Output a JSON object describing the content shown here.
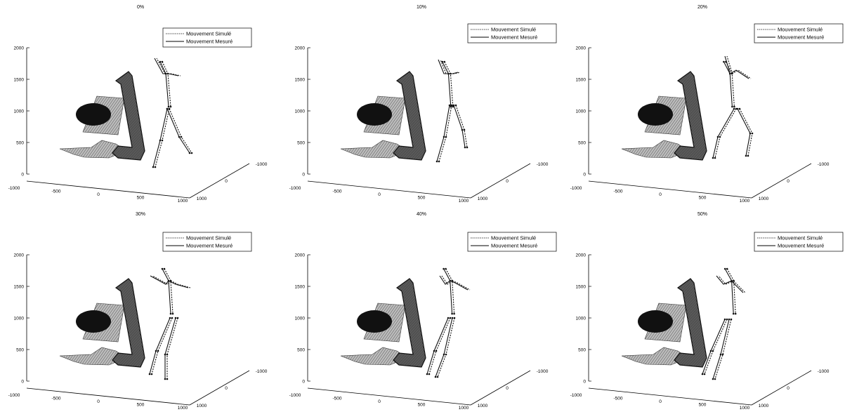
{
  "figure": {
    "type": "3d-line-panels",
    "colors": {
      "ink": "#111111",
      "hatch": "#777777",
      "axis": "#000000",
      "background": "#ffffff"
    }
  },
  "legend": {
    "simulated": "Mouvement Simulé",
    "measured": "Mouvement Mesuré",
    "simulated_style": "dotted",
    "measured_style": "solid",
    "placement": "top-right"
  },
  "axes": {
    "z_ticks": [
      "0",
      "500",
      "1000",
      "1500",
      "2000"
    ],
    "x_ticks": [
      "-1000",
      "-500",
      "0",
      "500",
      "1000"
    ],
    "y_ticks": [
      "-1000",
      "0",
      "1000"
    ],
    "zlim": [
      0,
      2000
    ],
    "xlim": [
      -1000,
      1000
    ],
    "ylim": [
      -1000,
      1000
    ]
  },
  "chart_data": [
    {
      "type": "line",
      "title": "0%",
      "phase_percent": 0,
      "series": [
        {
          "name": "Mouvement Simulé"
        },
        {
          "name": "Mouvement Mesuré"
        }
      ]
    },
    {
      "type": "line",
      "title": "10%",
      "phase_percent": 10,
      "series": [
        {
          "name": "Mouvement Simulé"
        },
        {
          "name": "Mouvement Mesuré"
        }
      ]
    },
    {
      "type": "line",
      "title": "20%",
      "phase_percent": 20,
      "series": [
        {
          "name": "Mouvement Simulé"
        },
        {
          "name": "Mouvement Mesuré"
        }
      ]
    },
    {
      "type": "line",
      "title": "30%",
      "phase_percent": 30,
      "series": [
        {
          "name": "Mouvement Simulé"
        },
        {
          "name": "Mouvement Mesuré"
        }
      ]
    },
    {
      "type": "line",
      "title": "40%",
      "phase_percent": 40,
      "series": [
        {
          "name": "Mouvement Simulé"
        },
        {
          "name": "Mouvement Mesuré"
        }
      ]
    },
    {
      "type": "line",
      "title": "50%",
      "phase_percent": 50,
      "series": [
        {
          "name": "Mouvement Simulé"
        },
        {
          "name": "Mouvement Mesuré"
        }
      ]
    }
  ]
}
